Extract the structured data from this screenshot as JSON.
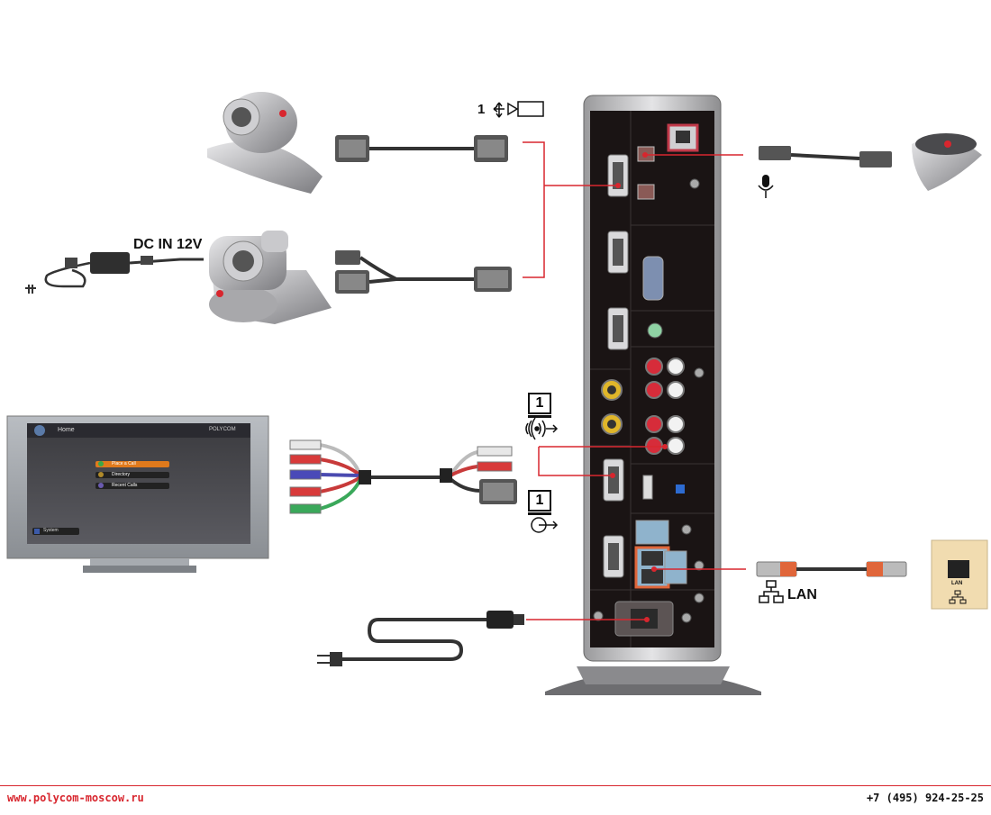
{
  "labels": {
    "camera_input": "1",
    "dc_in": "DC IN 12V",
    "audio_box": "1",
    "video_box": "1",
    "lan": "LAN",
    "wall_jack": "LAN"
  },
  "tv": {
    "home_title": "Home",
    "brand": "POLYCOM",
    "menu": [
      "Place a Call",
      "Directory",
      "Recent Calls"
    ],
    "system": "System"
  },
  "footer": {
    "url": "www.polycom-moscow.ru",
    "phone": "+7 (495) 924-25-25"
  },
  "colors": {
    "accent": "#d8262e",
    "cable": "#333333",
    "device_body": "#1a1414",
    "device_frame": "#c7c7c9",
    "tv_bezel": "#9ea2a7",
    "menu_orange": "#e07a1c"
  }
}
